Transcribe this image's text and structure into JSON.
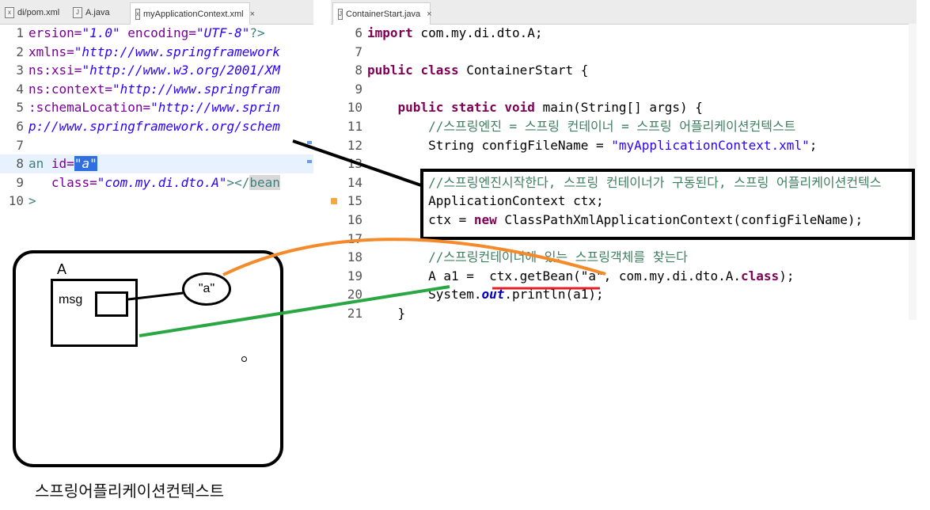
{
  "left_editor": {
    "tabs": [
      {
        "label": "di/pom.xml",
        "icon": "xml-file-icon"
      },
      {
        "label": "A.java",
        "icon": "java-file-icon"
      },
      {
        "label": "myApplicationContext.xml",
        "icon": "xml-file-icon",
        "active": true
      }
    ],
    "lines": [
      {
        "num": "1",
        "segs": [
          [
            "attr",
            "ersion="
          ],
          [
            "str",
            "\"1.0\""
          ],
          [
            "plain",
            " "
          ],
          [
            "attr",
            "encoding="
          ],
          [
            "str",
            "\"UTF-8\""
          ],
          [
            "tag",
            "?>"
          ]
        ]
      },
      {
        "num": "2",
        "segs": [
          [
            "attr",
            "xmlns="
          ],
          [
            "str",
            "\"http://www.springframework"
          ]
        ]
      },
      {
        "num": "3",
        "segs": [
          [
            "attr",
            "ns:xsi="
          ],
          [
            "str",
            "\"http://www.w3.org/2001/XM"
          ]
        ]
      },
      {
        "num": "4",
        "segs": [
          [
            "attr",
            "ns:context="
          ],
          [
            "str",
            "\"http://www.springfram"
          ]
        ]
      },
      {
        "num": "5",
        "segs": [
          [
            "attr",
            ":schemaLocation="
          ],
          [
            "str",
            "\"http://www.sprin"
          ]
        ]
      },
      {
        "num": "6",
        "segs": [
          [
            "str",
            "p://www.springframework.org/schem"
          ]
        ]
      },
      {
        "num": "7",
        "segs": []
      },
      {
        "num": "8",
        "segs": [
          [
            "tag",
            "an "
          ],
          [
            "attr",
            "id="
          ],
          [
            "sel",
            "\"a\""
          ]
        ]
      },
      {
        "num": "9",
        "segs": [
          [
            "plain",
            "   "
          ],
          [
            "attr",
            "class="
          ],
          [
            "str",
            "\"com.my.di.dto.A\""
          ],
          [
            "tag",
            "></"
          ],
          [
            "bean",
            "bean"
          ]
        ]
      },
      {
        "num": "10",
        "segs": [
          [
            "tag",
            ">"
          ]
        ]
      }
    ]
  },
  "right_editor": {
    "tabs": [
      {
        "label": "ContainerStart.java",
        "icon": "java-file-icon",
        "active": true
      }
    ],
    "lines": [
      {
        "num": "6",
        "segs": [
          [
            "kw",
            "import"
          ],
          [
            "plain",
            " com.my.di.dto.A;"
          ]
        ]
      },
      {
        "num": "7",
        "segs": []
      },
      {
        "num": "8",
        "segs": [
          [
            "kw",
            "public"
          ],
          [
            "plain",
            " "
          ],
          [
            "kw",
            "class"
          ],
          [
            "plain",
            " ContainerStart {"
          ]
        ]
      },
      {
        "num": "9",
        "segs": []
      },
      {
        "num": "10",
        "segs": [
          [
            "plain",
            "    "
          ],
          [
            "kw",
            "public"
          ],
          [
            "plain",
            " "
          ],
          [
            "kw",
            "static"
          ],
          [
            "plain",
            " "
          ],
          [
            "kw",
            "void"
          ],
          [
            "plain",
            " main(String[] args) {"
          ]
        ]
      },
      {
        "num": "11",
        "segs": [
          [
            "plain",
            "        "
          ],
          [
            "com",
            "//스프링엔진 = 스프링 컨테이너 = 스프링 어플리케이션컨텍스트"
          ]
        ]
      },
      {
        "num": "12",
        "segs": [
          [
            "plain",
            "        String configFileName = "
          ],
          [
            "str",
            "\"myApplicationContext.xml\""
          ],
          [
            "plain",
            ";"
          ]
        ]
      },
      {
        "num": "13",
        "segs": []
      },
      {
        "num": "14",
        "segs": [
          [
            "plain",
            "        "
          ],
          [
            "com",
            "//스프링엔진시작한다, 스프링 컨테이너가 구동된다, 스프링 어플리케이션컨텍스"
          ]
        ]
      },
      {
        "num": "15",
        "segs": [
          [
            "plain",
            "        ApplicationContext ctx;"
          ]
        ]
      },
      {
        "num": "16",
        "segs": [
          [
            "plain",
            "        ctx = "
          ],
          [
            "kw",
            "new"
          ],
          [
            "plain",
            " ClassPathXmlApplicationContext(configFileName);"
          ]
        ]
      },
      {
        "num": "17",
        "segs": []
      },
      {
        "num": "18",
        "segs": [
          [
            "plain",
            "        "
          ],
          [
            "com",
            "//스프링컨테이너에 있는 스프링객체를 찾는다"
          ]
        ]
      },
      {
        "num": "19",
        "segs": [
          [
            "plain",
            "        A a1 =  ctx.getBean(\"a\", com.my.di.dto.A."
          ],
          [
            "kw",
            "class"
          ],
          [
            "plain",
            ");"
          ]
        ]
      },
      {
        "num": "20",
        "segs": [
          [
            "plain",
            "        System."
          ],
          [
            "field",
            "out"
          ],
          [
            "plain",
            ".println(a1);"
          ]
        ]
      },
      {
        "num": "21",
        "segs": [
          [
            "plain",
            "    }"
          ]
        ]
      }
    ]
  },
  "diagram": {
    "class_label": "A",
    "field_label": "msg",
    "bean_id_label": "\"a\"",
    "caption": "스프링어플리케이션컨텍스트"
  },
  "colors": {
    "orange_line": "#f58a2a",
    "green_line": "#2aa742",
    "underline": "#e0202a",
    "selection": "#2f6fe0"
  }
}
